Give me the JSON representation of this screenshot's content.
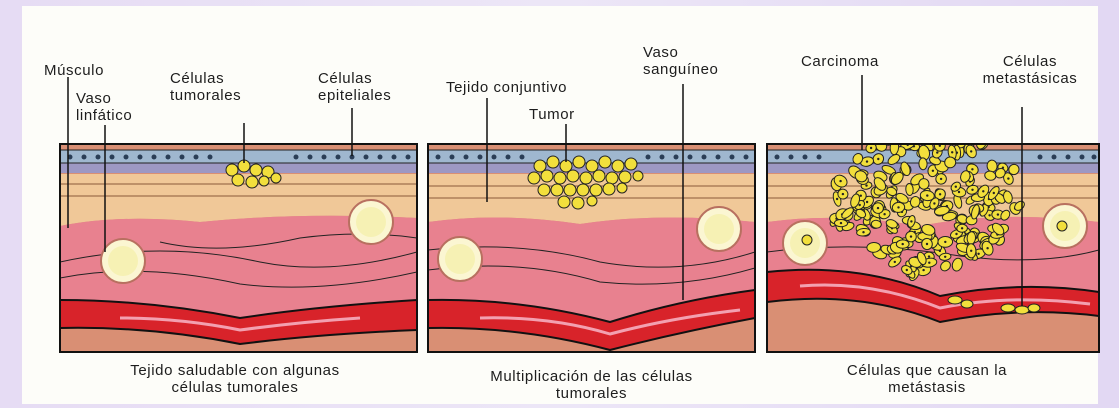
{
  "colors": {
    "epithelium": "#9fb7cf",
    "epithelium_nuclei": "#2a3d56",
    "basement": "#9d98c3",
    "connective": "#f0c898",
    "muscle": "#e8818f",
    "blood_vessel": "#d8232a",
    "deep_layer": "#d98f74",
    "tumor_cell": "#f2df3c",
    "lymph_vessel": "#f6f1b4"
  },
  "panel1": {
    "labels": {
      "musculo": "Músculo",
      "celulas_tumorales": "Células\ntumorales",
      "celulas_epiteliales": "Células\nepiteliales",
      "vaso_linfatico": "Vaso\nlinfático"
    },
    "caption": "Tejido saludable con algunas\ncélulas tumorales"
  },
  "panel2": {
    "labels": {
      "tejido_conjuntivo": "Tejido conjuntivo",
      "tumor": "Tumor",
      "vaso_sanguineo": "Vaso\nsanguíneo"
    },
    "caption": "Multiplicación de las células\ntumorales"
  },
  "panel3": {
    "labels": {
      "carcinoma": "Carcinoma",
      "celulas_metastasicas": "Células\nmetastásicas"
    },
    "caption": "Células que causan la\nmetástasis"
  }
}
